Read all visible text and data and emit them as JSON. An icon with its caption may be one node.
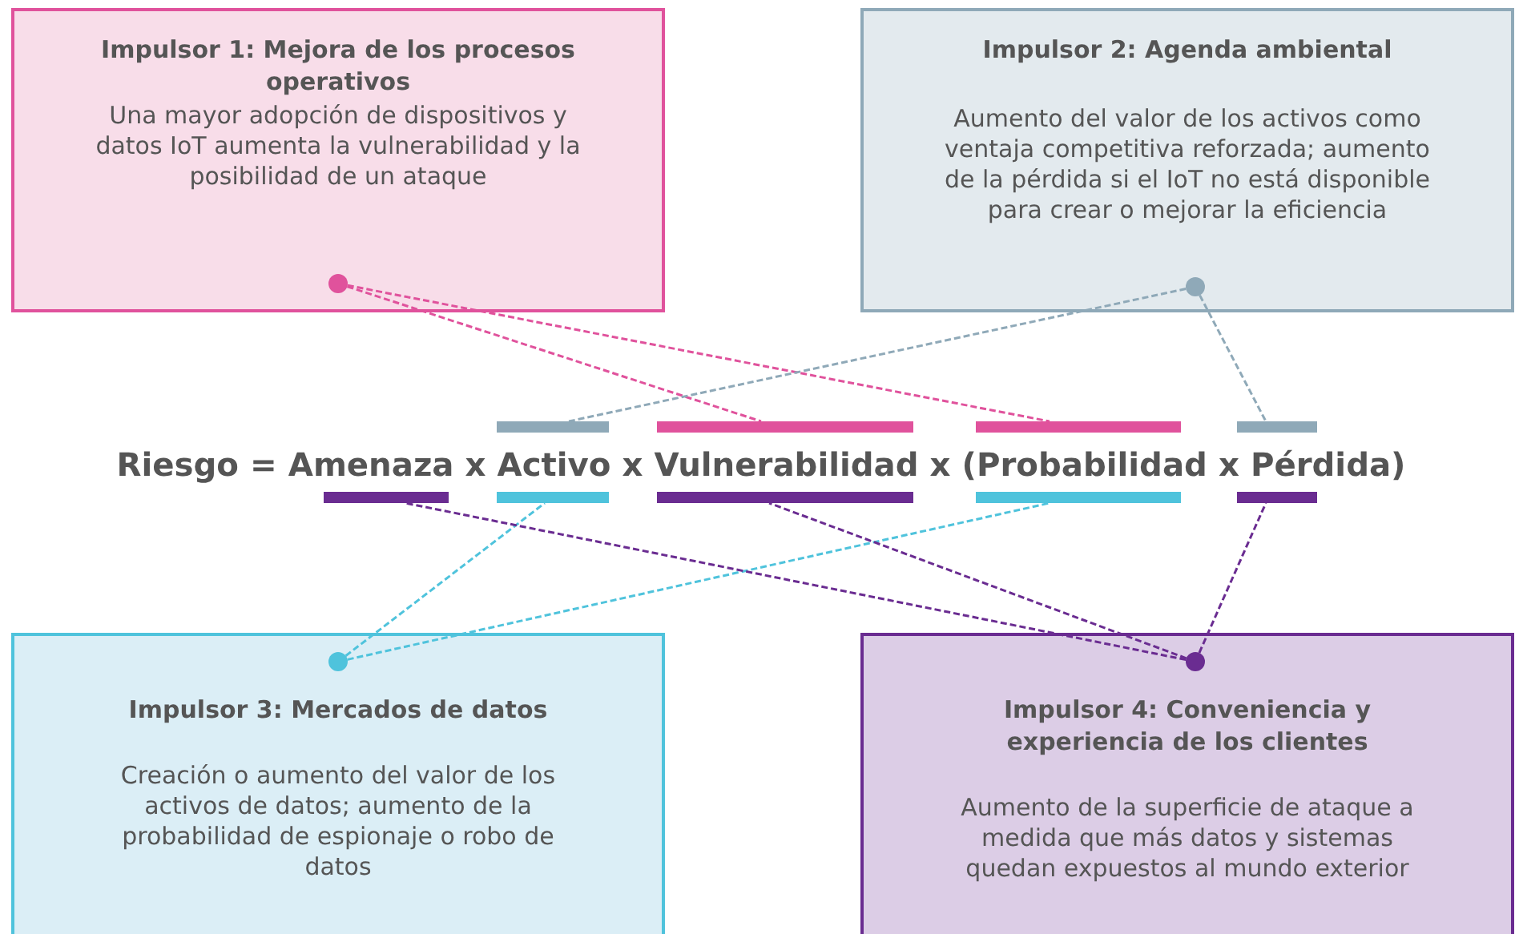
{
  "diagram": {
    "nodes": [
      {
        "text": [
          "Impulsor 1: Mejora de los procesos operativos",
          "Una mayor adopción de dispositivos y datos IoT aumenta la vulnerabilidad y la posibilidad de un ataque"
        ]
      },
      {
        "text": [],
        "shape": "circle",
        "in": 0
      },
      {
        "text": [
          "Impulsor 2: Agenda ambiental",
          "Aumento del valor de los activos como ventaja competitiva reforzada; aumento de la pérdida si el IoT no está disponible para crear o mejorar la eficiencia"
        ]
      },
      {
        "text": [],
        "shape": "circle",
        "in": 2
      },
      {
        "text": [],
        "shape": "bar"
      },
      {
        "text": [],
        "shape": "bar"
      },
      {
        "text": [],
        "shape": "bar"
      },
      {
        "text": [],
        "shape": "bar"
      },
      {
        "text": [],
        "shape": "bar"
      },
      {
        "text": [],
        "shape": "bar"
      },
      {
        "text": [],
        "shape": "bar"
      },
      {
        "text": [],
        "shape": "bar"
      },
      {
        "text": [],
        "shape": "bar"
      },
      {
        "text": [
          "Impulsor 3: Mercados de datos",
          "Creación o aumento del valor de los activos de datos; aumento de la probabilidad de espionaje o robo de datos"
        ]
      },
      {
        "text": [],
        "shape": "circle",
        "in": 13
      },
      {
        "text": [
          "Impulsor 4: Conveniencia y experiencia de los clientes",
          "Aumento de la superficie de ataque a medida que más datos y sistemas quedan expuestos al mundo exterior"
        ]
      },
      {
        "text": [],
        "shape": "circle",
        "in": 15
      }
    ],
    "edges": [
      {
        "from": 1,
        "to": 5,
        "arrow": "none",
        "style": "dashed",
        "color": "#e0529c"
      },
      {
        "from": 1,
        "to": 6,
        "arrow": "none",
        "style": "dashed",
        "color": "#e0529c"
      },
      {
        "from": 3,
        "to": 4,
        "arrow": "none",
        "style": "dashed",
        "color": "#8fa9b8"
      },
      {
        "from": 3,
        "to": 7,
        "arrow": "none",
        "style": "dashed",
        "color": "#8fa9b8"
      },
      {
        "from": 14,
        "to": 9,
        "arrow": "none",
        "style": "dashed",
        "color": "#4fc3dc"
      },
      {
        "from": 14,
        "to": 11,
        "arrow": "none",
        "style": "dashed",
        "color": "#4fc3dc"
      },
      {
        "from": 16,
        "to": 8,
        "arrow": "none",
        "style": "dashed",
        "color": "#6a2c91"
      },
      {
        "from": 16,
        "to": 10,
        "arrow": "none",
        "style": "dashed",
        "color": "#6a2c91"
      },
      {
        "from": 16,
        "to": 12,
        "arrow": "none",
        "style": "dashed",
        "color": "#6a2c91"
      }
    ],
    "labels": [
      "Riesgo = Amenaza x Activo x Vulnerabilidad x (Probabilidad x Pérdida)"
    ]
  }
}
